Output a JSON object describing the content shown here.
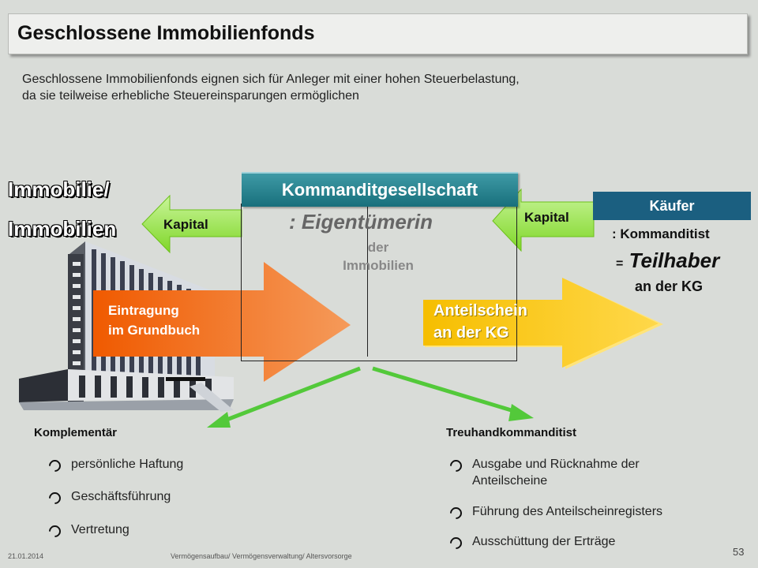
{
  "title": "Geschlossene Immobilienfonds",
  "intro": {
    "line1": "Geschlossene Immobilienfonds eignen sich für Anleger mit einer hohen Steuerbelastung,",
    "line2": "da sie teilweise erhebliche Steuereinsparungen ermöglichen"
  },
  "left_label": {
    "line1": "Immobilie/",
    "line2": "Immobilien"
  },
  "kg": {
    "header": "Kommanditgesellschaft",
    "role": ": Eigentümerin",
    "line1": "der",
    "line2": "Immobilien"
  },
  "arrows": {
    "kapital_left": "Kapital",
    "kapital_right": "Kapital",
    "eintragung_line1": "Eintragung",
    "eintragung_line2": "im Grundbuch",
    "anteil_line1": "Anteilschein",
    "anteil_line2": "an der KG"
  },
  "kaeufer": {
    "label": "Käufer",
    "kommanditist": ": Kommanditist",
    "eq": "=",
    "teilhaber": "Teilhaber",
    "an_der_kg": "an der KG"
  },
  "komplementaer": {
    "heading": "Komplementär",
    "items": [
      "persönliche Haftung",
      "Geschäftsführung",
      "Vertretung"
    ]
  },
  "treuhand": {
    "heading": "Treuhandkommanditist",
    "items": [
      "Ausgabe und Rücknahme der Anteilscheine",
      "Führung des Anteilscheinregisters",
      "Ausschüttung der Erträge"
    ]
  },
  "footer": {
    "date": "21.01.2014",
    "center": "Vermögensaufbau/ Vermögensverwaltung/ Altersvorsorge",
    "page": "53"
  },
  "colors": {
    "green_arrow": "#8fe23a",
    "orange_arrow": "#f26c10",
    "yellow_arrow": "#f8c400",
    "kg_teal": "#2a8592",
    "kaeufer_blue": "#1b5f80"
  }
}
